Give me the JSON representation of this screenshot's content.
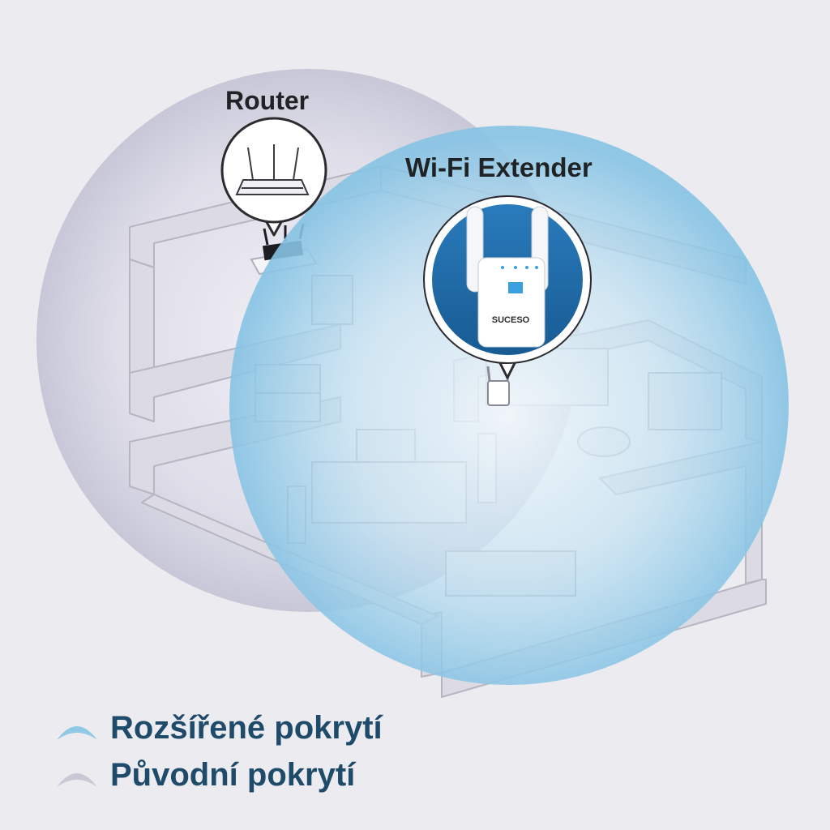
{
  "labels": {
    "router": "Router",
    "extender": "Wi-Fi Extender",
    "device_brand": "SUCESO"
  },
  "legend": [
    {
      "text": "Rozšířené pokrytí",
      "color": "#8fc9e6"
    },
    {
      "text": "Původní pokrytí",
      "color": "#c9c8d4"
    }
  ],
  "colors": {
    "background": "#ecebf0",
    "router_coverage": "#d9d8e6",
    "extender_coverage": "#a9d6ec",
    "extender_badge": "#1c6aa8",
    "legend_text": "#1f4b6b"
  },
  "icons": [
    "router-icon",
    "extender-icon",
    "wifi-coverage-icon"
  ]
}
